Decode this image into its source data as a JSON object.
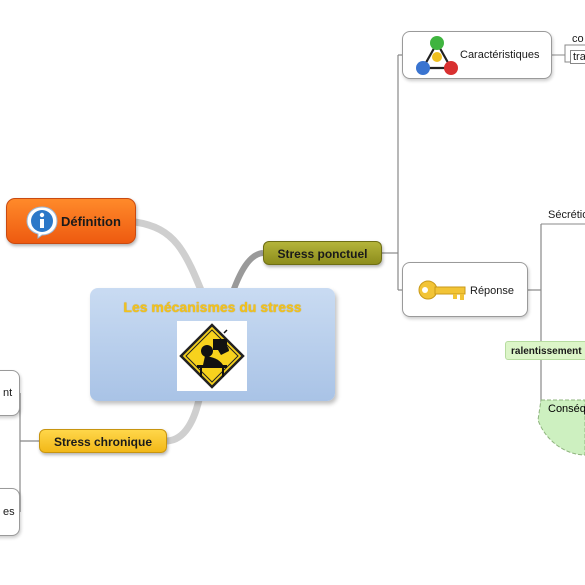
{
  "central": {
    "title": "Les mécanismes du stress",
    "image": "stress-warning-sign-icon"
  },
  "definition": {
    "label": "Définition",
    "icon": "info-icon"
  },
  "stress_ponctuel": {
    "label": "Stress ponctuel"
  },
  "stress_chronique": {
    "label": "Stress chronique"
  },
  "caracteristiques": {
    "label": "Caractéristiques",
    "icon": "molecule-icon",
    "children": [
      "co",
      "tra"
    ]
  },
  "reponse": {
    "label": "Réponse",
    "icon": "key-icon",
    "child": "Sécrétio"
  },
  "ralentissement": {
    "label": "ralentissement"
  },
  "consequences": {
    "label": "Conséq"
  },
  "left_boxes": [
    {
      "label": "nt"
    },
    {
      "label": "es"
    }
  ],
  "colors": {
    "central_text": "#f4c21a",
    "definition_bg": "#ff7a1a",
    "ponctuel_bg": "#a4a42c",
    "chronique_bg": "#f6c42a"
  }
}
